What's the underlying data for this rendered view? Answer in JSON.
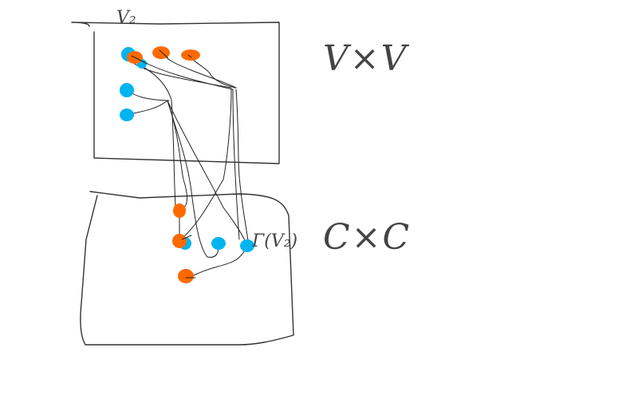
{
  "labels": {
    "top_box": "V₂",
    "top_right": "V×V",
    "bottom_box": "Γ(V₂)",
    "bottom_right": "C×C"
  },
  "colors": {
    "ink": "#333333",
    "blue": "#00b4f0",
    "orange": "#ff6a00"
  }
}
